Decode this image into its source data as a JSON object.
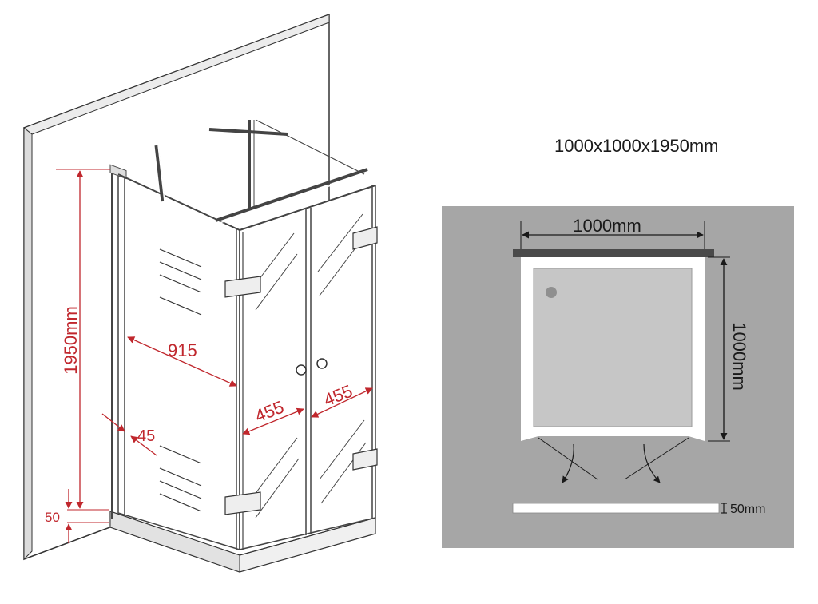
{
  "left_drawing": {
    "height_label": "1950mm",
    "width_label": "915",
    "door_left_label": "455",
    "door_right_label": "455",
    "gap_label": "45",
    "base_label": "50"
  },
  "right_drawing": {
    "size_title": "1000x1000x1950mm",
    "width_label": "1000mm",
    "depth_label": "1000mm",
    "tray_label": "50mm"
  },
  "colors": {
    "dimension_red": "#c0272d",
    "floor_gray": "#a6a6a6",
    "wall_dark": "#4a4a4a"
  }
}
